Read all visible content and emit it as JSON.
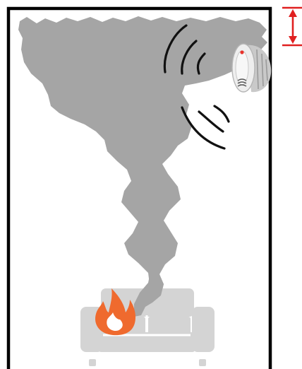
{
  "illustration": {
    "room_icon": "room-outline",
    "smoke_icon": "smoke-cloud",
    "detector_icon": "smoke-detector",
    "alarm_icon": "sound-waves",
    "fire_icon": "flame",
    "sofa_icon": "sofa",
    "distance_marker_icon": "distance-marker"
  },
  "colors": {
    "frame": "#000000",
    "smoke": "#a5a5a5",
    "sofa": "#d4d4d4",
    "sofa_shadow": "#c4c4c4",
    "flame_outer": "#ef6a2e",
    "flame_inner": "#ffffff",
    "detector_body": "#eeeeee",
    "detector_ring": "#c9c9c9",
    "detector_led": "#e8322a",
    "waves": "#111111",
    "marker": "#e02020"
  }
}
